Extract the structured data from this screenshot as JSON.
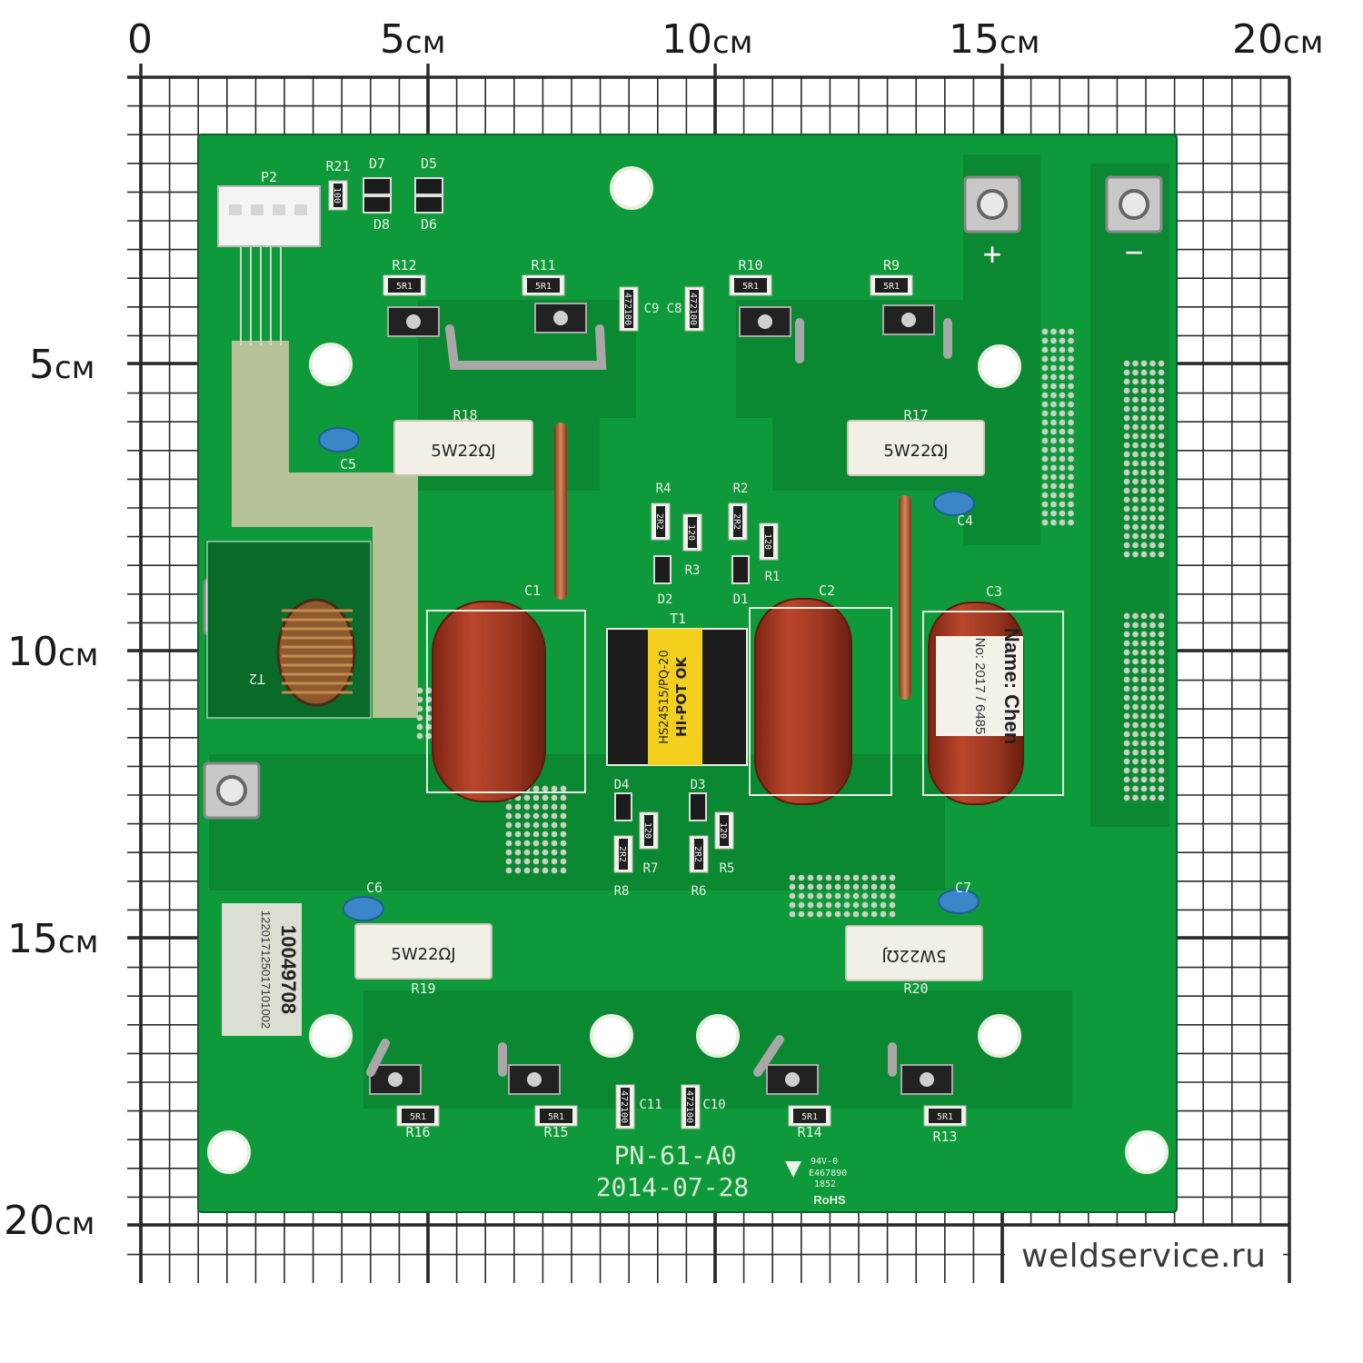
{
  "ruler": {
    "top": [
      {
        "num": "0",
        "unit": ""
      },
      {
        "num": "5",
        "unit": "см"
      },
      {
        "num": "10",
        "unit": "см"
      },
      {
        "num": "15",
        "unit": "см"
      },
      {
        "num": "20",
        "unit": "см"
      }
    ],
    "left": [
      {
        "num": "5",
        "unit": "см"
      },
      {
        "num": "10",
        "unit": "см"
      },
      {
        "num": "15",
        "unit": "см"
      },
      {
        "num": "20",
        "unit": "см"
      }
    ]
  },
  "board": {
    "model": "PN-61-A0",
    "date": "2014-07-28",
    "rohs": "RoHS",
    "cert": [
      "94V-0",
      "E467890",
      "1852"
    ],
    "sticker_code": "10049708",
    "sticker_sub": "122017125017101002",
    "terminals": {
      "plus": "+",
      "minus": "−"
    },
    "colors": {
      "pcb": "#0e9a3a",
      "pcb_dark": "#087a2c",
      "capacitor": "#a83a22",
      "resistor_body": "#f1efe6"
    },
    "components": {
      "P2": "P2",
      "R21": "R21",
      "D7": "D7",
      "D5": "D5",
      "D8": "D8",
      "D6": "D6",
      "R12": "R12",
      "R11": "R11",
      "R10": "R10",
      "R9": "R9",
      "C9": "C9",
      "C8": "C8",
      "R18": "R18",
      "R17": "R17",
      "R19": "R19",
      "R20": "R20",
      "C5": "C5",
      "C4": "C4",
      "C6": "C6",
      "C7": "C7",
      "R4": "R4",
      "R2": "R2",
      "R3": "R3",
      "R1": "R1",
      "D2": "D2",
      "D1": "D1",
      "C1": "C1",
      "C2": "C2",
      "C3": "C3",
      "T1": "T1",
      "T2": "T2",
      "D4": "D4",
      "D3": "D3",
      "R7": "R7",
      "R5": "R5",
      "R8": "R8",
      "R6": "R6",
      "R16": "R16",
      "R15": "R15",
      "R14": "R14",
      "R13": "R13",
      "C11": "C11",
      "C10": "C10"
    },
    "markings": {
      "power_resistor": "5W22ΩJ",
      "smd_5r1": "5R1",
      "smd_2r2": "2R2",
      "smd_120": "120",
      "smd_100": "100",
      "cap_code": "472100",
      "transformer_1": "HS24515/PQ-20",
      "transformer_2": "HI-POT OK",
      "c3_name": "Name: Chen",
      "c3_no": "No: 2017 / 6485"
    }
  },
  "watermark": "weldservice.ru"
}
